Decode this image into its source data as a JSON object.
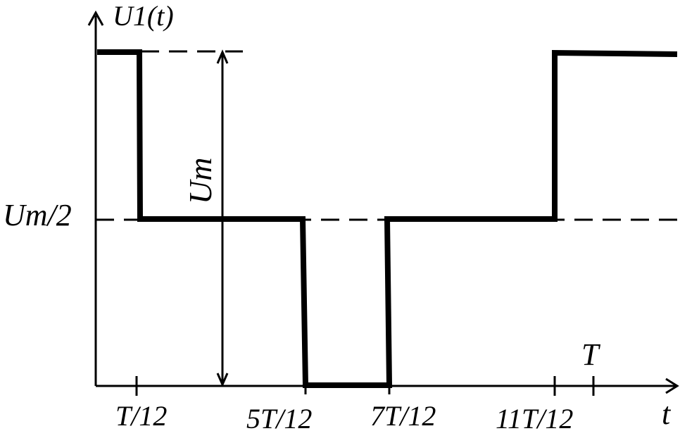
{
  "labels": {
    "y_axis": "U1(t)",
    "x_axis": "t",
    "amplitude": "Um",
    "half_level": "Um/2",
    "period": "T"
  },
  "ticks": [
    "T/12",
    "5T/12",
    "7T/12",
    "11T/12"
  ]
}
